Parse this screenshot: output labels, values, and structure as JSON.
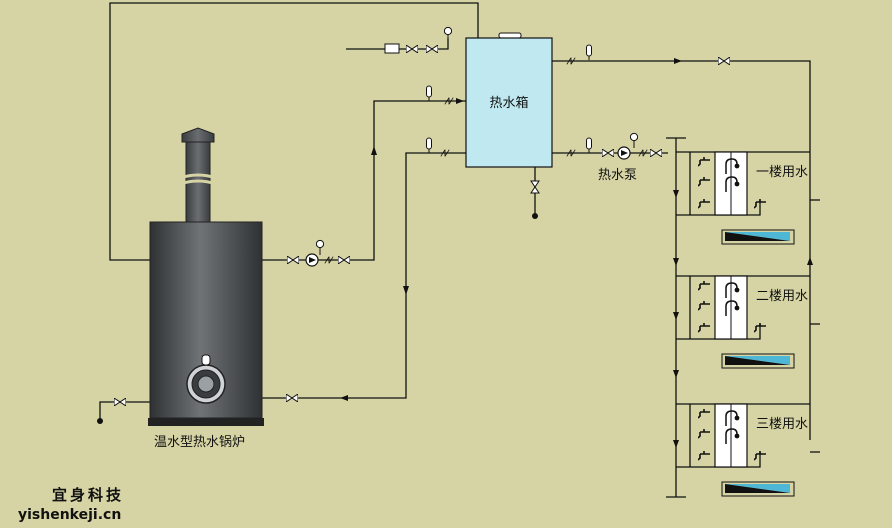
{
  "labels": {
    "boiler": "温水型热水锅炉",
    "tank": "热水箱",
    "pump": "热水泵",
    "floor1": "一楼用水",
    "floor2": "二楼用水",
    "floor3": "三楼用水"
  },
  "watermark": {
    "brand": "宜身科技",
    "url": "yishenkeji.cn"
  },
  "colors": {
    "background": "#d6d4a4",
    "tank_fill": "#bfe8f0",
    "boiler_dark": "#3c3f41",
    "boiler_light": "#6e7275",
    "basin_water": "#4fb7d6"
  }
}
